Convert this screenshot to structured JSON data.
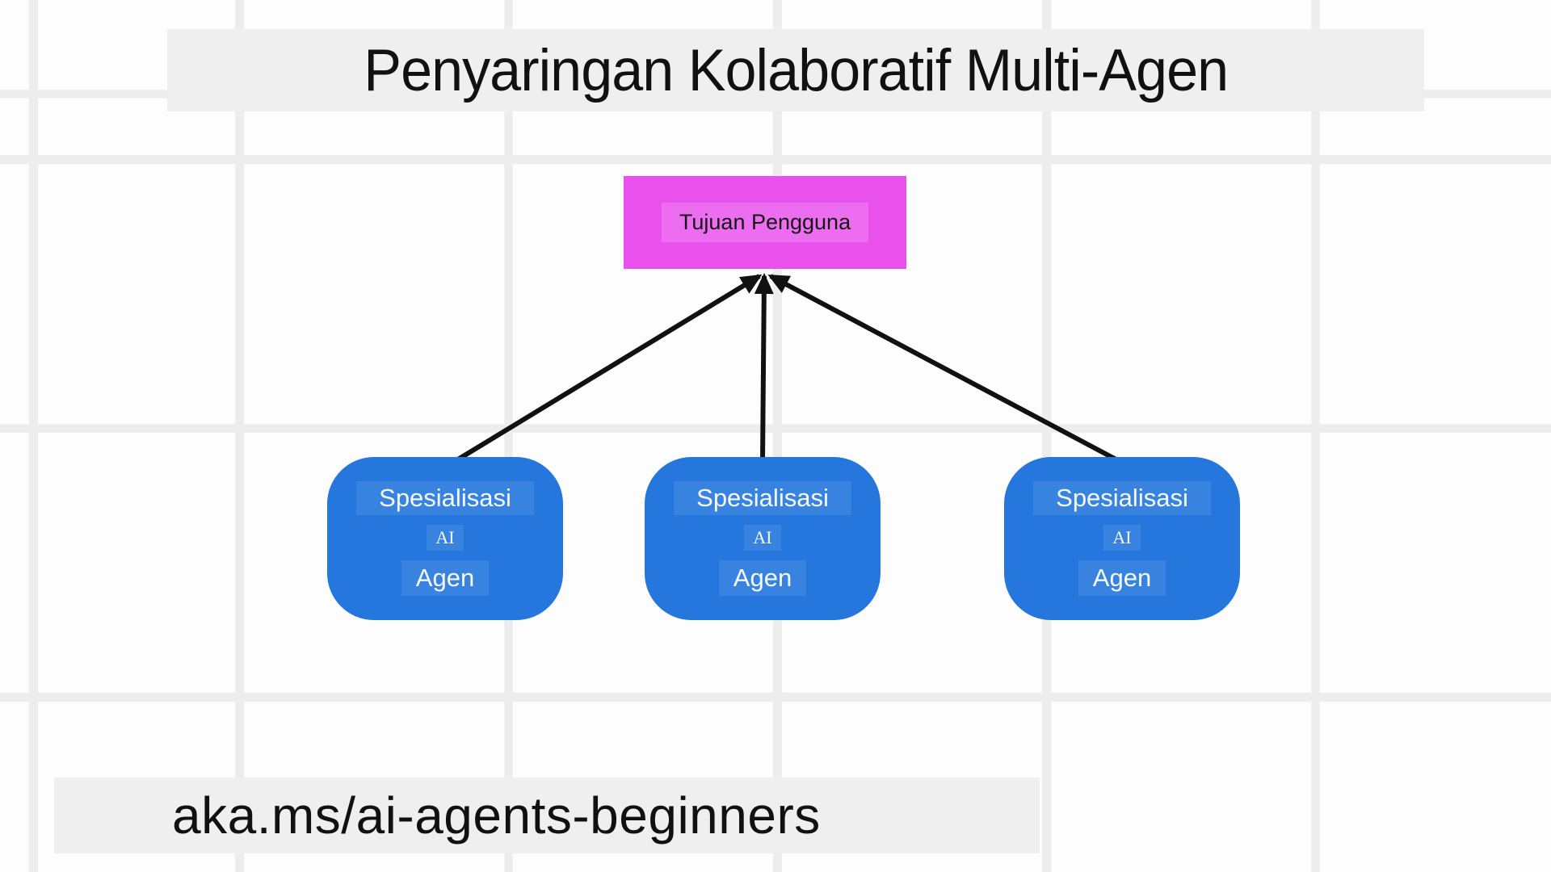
{
  "title": "Penyaringan Kolaboratif Multi-Agen",
  "footer": {
    "link_text": "aka.ms/ai-agents-beginners"
  },
  "diagram": {
    "goal": {
      "label": "Tujuan Pengguna"
    },
    "agents": [
      {
        "role": "Spesialisasi",
        "tech": "AI",
        "type": "Agen"
      },
      {
        "role": "Spesialisasi",
        "tech": "AI",
        "type": "Agen"
      },
      {
        "role": "Spesialisasi",
        "tech": "AI",
        "type": "Agen"
      }
    ]
  },
  "colors": {
    "goal-fill": "#e951ec",
    "agent-fill": "#2677dd",
    "arrow": "#111111",
    "band-bg": "#efefef",
    "grid-line": "#ededed",
    "tile": "#fdfdfd",
    "text-dark": "#111111",
    "text-light": "#f5f9ff"
  }
}
